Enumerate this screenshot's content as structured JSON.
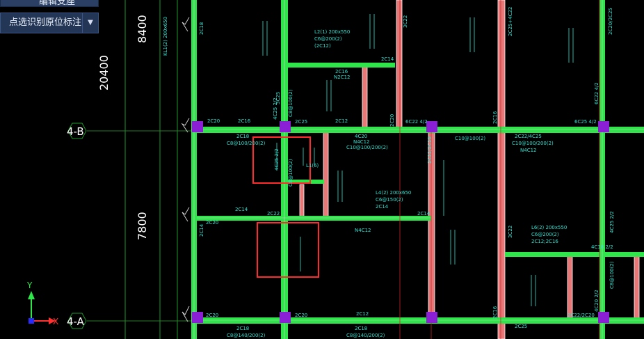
{
  "toolbar": {
    "top_button": "编辑支座",
    "recognize_button": "点选识别原位标注",
    "dropdown_arrow": "▼"
  },
  "grid": {
    "row_b": "4-B",
    "row_a": "4-A",
    "dim_total": "20400",
    "dim_upper": "8400",
    "dim_lower": "7800"
  },
  "ucs": {
    "y_label": "Y",
    "x_label": "X"
  },
  "colors": {
    "beam_green": "#2ee64a",
    "column_purple": "#8b1fd6",
    "beam_salmon": "#e87878",
    "annot_cyan": "#33e0d0",
    "selection_red": "#ff2a2a",
    "dim_green": "#1a9a2a"
  },
  "labels": [
    {
      "t": "2C20"
    },
    {
      "t": "2C16"
    },
    {
      "t": "2C25"
    },
    {
      "t": "2C12"
    },
    {
      "t": "4C20"
    },
    {
      "t": "6C22 4/2"
    },
    {
      "t": "6C25 4/2"
    },
    {
      "t": "2C18"
    },
    {
      "t": "C8@100/200(2)"
    },
    {
      "t": "N4C12"
    },
    {
      "t": "C10@100/200(2)"
    },
    {
      "t": "2C14"
    },
    {
      "t": "2C22"
    },
    {
      "t": "N4C12"
    },
    {
      "t": "2C20"
    },
    {
      "t": "2C20"
    },
    {
      "t": "2C12"
    },
    {
      "t": "2C18"
    },
    {
      "t": "2C18"
    },
    {
      "t": "C8@140/200(2)"
    },
    {
      "t": "C8@140/200(2)"
    },
    {
      "t": "2C25"
    },
    {
      "t": "2C22/2C20"
    },
    {
      "t": "4C18 2/2"
    },
    {
      "t": "L2(1) 200x550"
    },
    {
      "t": "C6@200(2)"
    },
    {
      "t": "(2C12)"
    },
    {
      "t": "2C14"
    },
    {
      "t": "2C16"
    },
    {
      "t": "N2C12"
    },
    {
      "t": "L4(2) 200x650"
    },
    {
      "t": "C6@150(2)"
    },
    {
      "t": "2C14"
    },
    {
      "t": "L6(2) 200x550"
    },
    {
      "t": "C6@200(2)"
    },
    {
      "t": "2C12;2C16"
    },
    {
      "t": "2C14"
    },
    {
      "t": "C10@100(2)"
    },
    {
      "t": "2C22/4C25"
    },
    {
      "t": "C10@100/200(2)"
    },
    {
      "t": "N4C12"
    },
    {
      "t": "L1(6)"
    },
    {
      "t": "2C20"
    }
  ],
  "vertical_labels": [
    {
      "t": "2C18"
    },
    {
      "t": "KL1(2) 200x650"
    },
    {
      "t": "4C25 2/2"
    },
    {
      "t": "C8@100(2)"
    },
    {
      "t": "4C25 2/2"
    },
    {
      "t": "2C20"
    },
    {
      "t": "3C22"
    },
    {
      "t": "2C25+4C22"
    },
    {
      "t": "6C22 4/2"
    },
    {
      "t": "4C25 2/2"
    },
    {
      "t": "C8@100(2)"
    },
    {
      "t": "2C22/2C20"
    },
    {
      "t": "3C22"
    },
    {
      "t": "4C20 2/2"
    },
    {
      "t": "2C16"
    },
    {
      "t": "C8@100(2)"
    },
    {
      "t": "3C25"
    },
    {
      "t": "2C14"
    },
    {
      "t": "2C20/2C25"
    },
    {
      "t": "2C16"
    }
  ]
}
